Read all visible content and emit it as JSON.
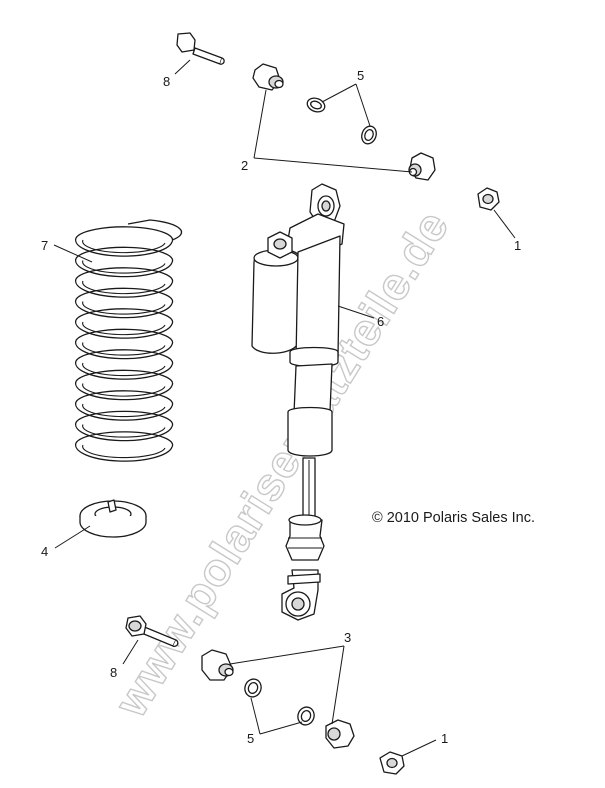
{
  "copyright": "© 2010 Polaris Sales Inc.",
  "watermark": "www.polarisersatzteile.de",
  "callouts": {
    "c1_top": "1",
    "c1_bottom": "1",
    "c2": "2",
    "c3": "3",
    "c4": "4",
    "c5_top": "5",
    "c5_bottom": "5",
    "c6": "6",
    "c7": "7",
    "c8_top": "8",
    "c8_bottom": "8"
  }
}
